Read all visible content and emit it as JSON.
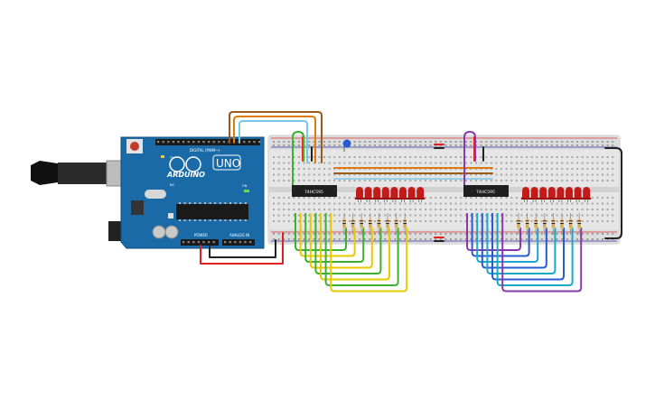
{
  "arduino": {
    "brand": "ARDUINO",
    "model": "UNO",
    "digital_label": "DIGITAL (PWM~)",
    "power_label": "POWER",
    "analog_label": "ANALOG IN",
    "tx_label": "TX",
    "rx_label": "RX",
    "on_label": "ON",
    "l_label": "L",
    "aref_label": "AREF",
    "gnd_label": "GND"
  },
  "chips": [
    {
      "label": "74HC595"
    },
    {
      "label": "74HC595"
    }
  ],
  "colors": {
    "board": "#1a6aa8",
    "breadboard": "#e9e9e9",
    "led": "#c41a1a",
    "wire_red": "#e02020",
    "wire_black": "#222222",
    "wire_orange": "#e07a10",
    "wire_brown": "#9a5a1a",
    "wire_green": "#3cb030",
    "wire_yellow": "#e8c800",
    "wire_purple": "#8a3aa8",
    "wire_blue": "#2a5ad0",
    "wire_cyan": "#1aa8c8",
    "wire_lightblue": "#7ac8e8"
  },
  "components": {
    "usb": "usb-b-connector",
    "capacitor": "ceramic-capacitor"
  }
}
